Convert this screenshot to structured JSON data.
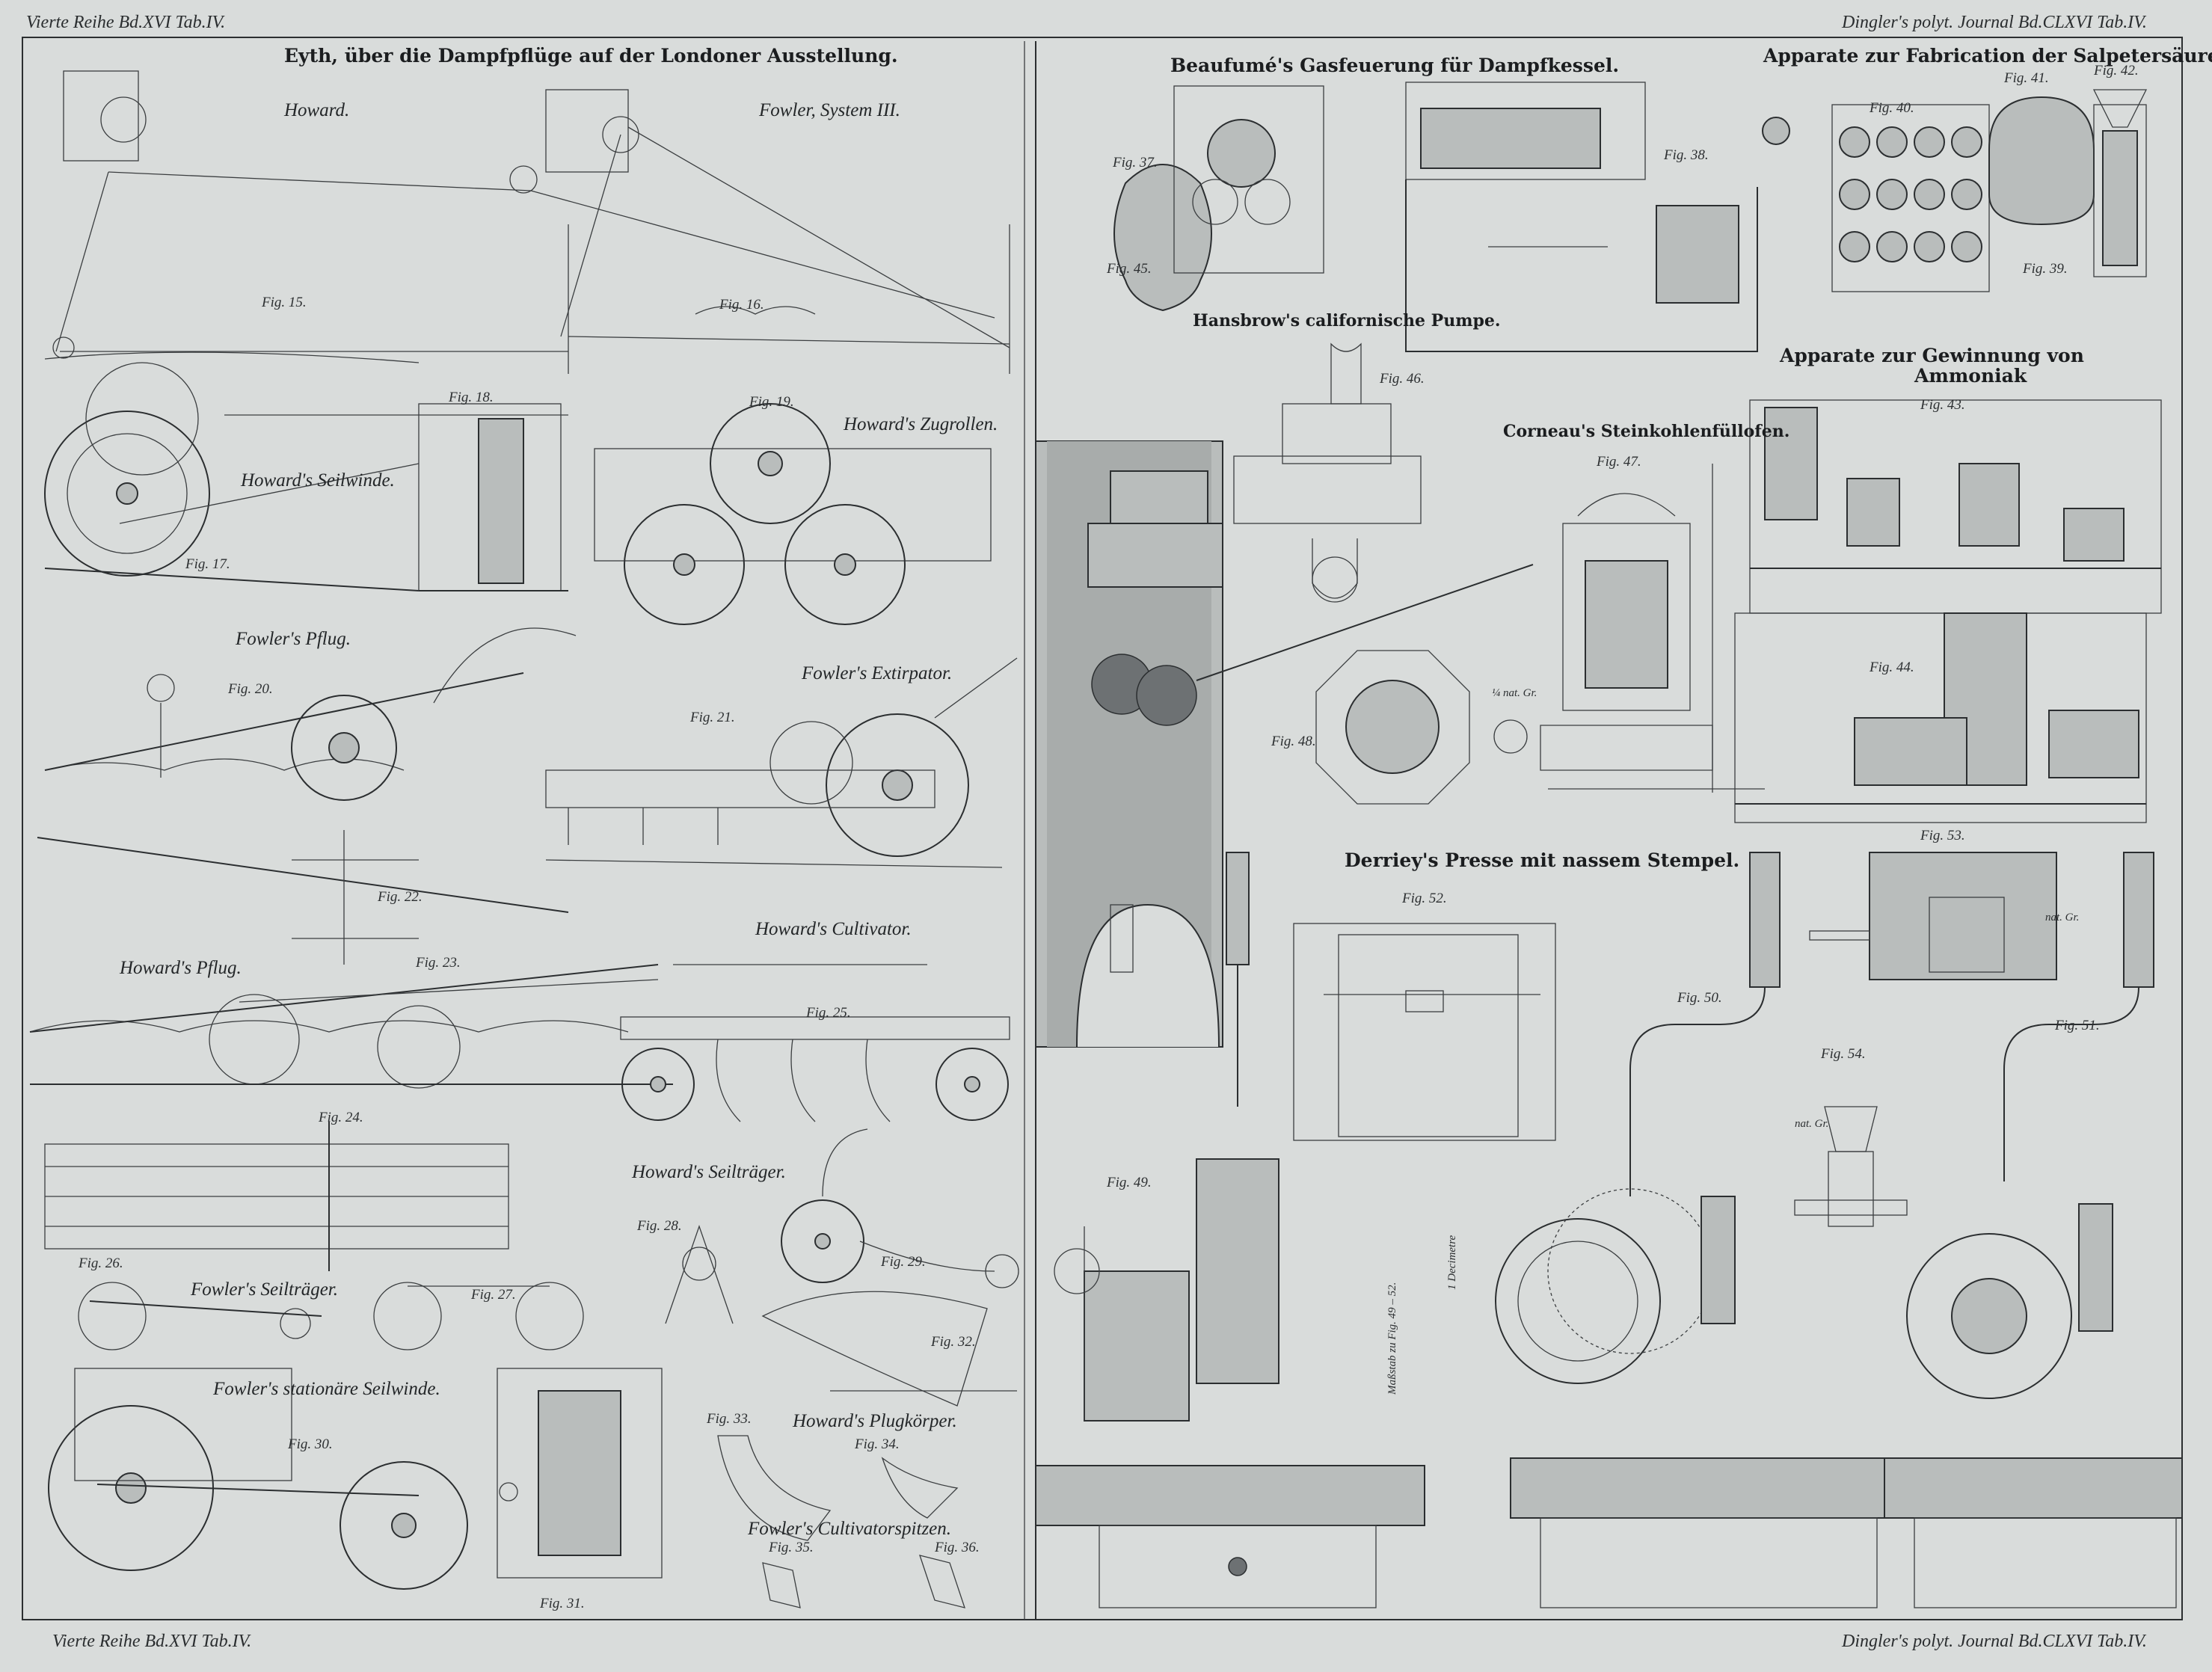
{
  "colors": {
    "paper": "#d9dcdb",
    "ink": "#1f2224"
  },
  "header": {
    "left": "Vierte Reihe Bd.XVI Tab.IV.",
    "right": "Dingler's polyt. Journal Bd.CLXVI Tab.IV."
  },
  "footer": {
    "left": "Vierte Reihe Bd.XVI Tab.IV.",
    "right": "Dingler's polyt. Journal Bd.CLXVI Tab.IV."
  },
  "sections": {
    "eyth": "Eyth, über die Dampfpflüge auf der Londoner Ausstellung.",
    "beaufume": "Beaufumé's Gasfeuerung für Dampfkessel.",
    "salpeter": "Apparate zur Fabrication der Salpetersäure.",
    "ammoniak_1": "Apparate zur Gewinnung von",
    "ammoniak_2": "Ammoniak",
    "hansbrow": "Hansbrow's californische Pumpe.",
    "corneau": "Corneau's Steinkohlenfüllofen.",
    "derriey": "Derriey's Presse mit nassem Stempel."
  },
  "captions": {
    "howard": "Howard.",
    "fowler_system": "Fowler, System III.",
    "howard_seilwinde": "Howard's Seilwinde.",
    "howard_zugrollen": "Howard's Zugrollen.",
    "fowler_pflug": "Fowler's Pflug.",
    "fowler_extirpator": "Fowler's Extirpator.",
    "howard_pflug": "Howard's Pflug.",
    "howard_cultivator": "Howard's Cultivator.",
    "howard_seiltraeger": "Howard's Seilträger.",
    "fowler_seiltraeger": "Fowler's Seilträger.",
    "fowler_stationaere": "Fowler's stationäre Seilwinde.",
    "howard_plugkoerper": "Howard's Plugkörper.",
    "fowler_cultivatorspitzen": "Fowler's Cultivatorspitzen."
  },
  "figures": {
    "f15": "Fig. 15.",
    "f16": "Fig. 16.",
    "f17": "Fig. 17.",
    "f18": "Fig. 18.",
    "f19": "Fig. 19.",
    "f20": "Fig. 20.",
    "f21": "Fig. 21.",
    "f22": "Fig. 22.",
    "f23": "Fig. 23.",
    "f24": "Fig. 24.",
    "f25": "Fig. 25.",
    "f26": "Fig. 26.",
    "f27": "Fig. 27.",
    "f28": "Fig. 28.",
    "f29": "Fig. 29.",
    "f30": "Fig. 30.",
    "f31": "Fig. 31.",
    "f32": "Fig. 32.",
    "f33": "Fig. 33.",
    "f34": "Fig. 34.",
    "f35": "Fig. 35.",
    "f36": "Fig. 36.",
    "f37": "Fig. 37.",
    "f38": "Fig. 38.",
    "f39": "Fig. 39.",
    "f40": "Fig. 40.",
    "f41": "Fig. 41.",
    "f42": "Fig. 42.",
    "f43": "Fig. 43.",
    "f44": "Fig. 44.",
    "f45": "Fig. 45.",
    "f46": "Fig. 46.",
    "f47": "Fig. 47.",
    "f48": "Fig. 48.",
    "f49": "Fig. 49.",
    "f50": "Fig. 50.",
    "f51": "Fig. 51.",
    "f52": "Fig. 52.",
    "f53": "Fig. 53.",
    "f54": "Fig. 54."
  },
  "notes": {
    "nat_gr_1": "¼ nat. Gr.",
    "nat_gr_2": "nat. Gr.",
    "nat_gr_3": "nat. Gr.",
    "massstab": "Maßstab zu Fig. 49 – 52.",
    "decimetre": "1 Decimetre"
  }
}
